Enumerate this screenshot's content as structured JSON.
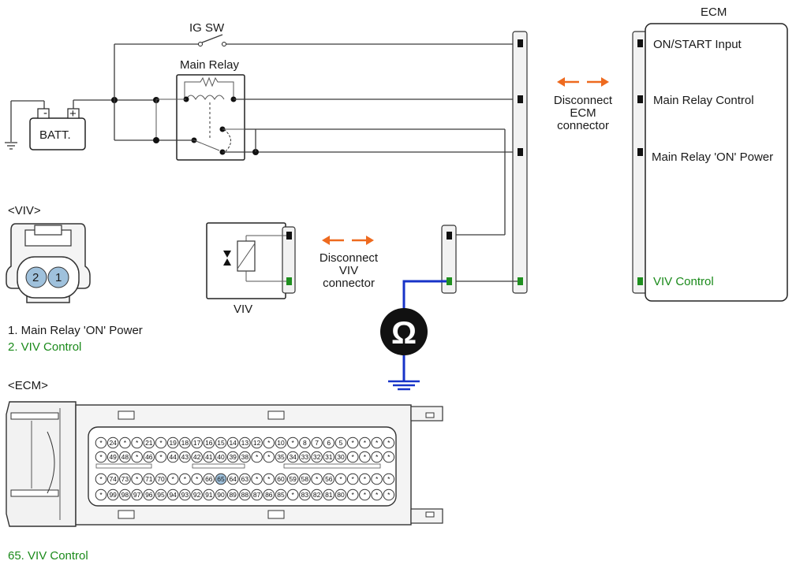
{
  "labels": {
    "ig_sw": "IG SW",
    "main_relay": "Main Relay",
    "batt": "BATT.",
    "batt_minus": "-",
    "batt_plus": "+",
    "ecm_title": "ECM",
    "ecm_on_start": "ON/START Input",
    "ecm_main_relay_control": "Main Relay Control",
    "ecm_main_relay_on_power": "Main Relay 'ON' Power",
    "ecm_viv_control": "VIV Control",
    "disconnect_ecm": [
      "Disconnect",
      "ECM",
      "connector"
    ],
    "disconnect_viv": [
      "Disconnect",
      "VIV",
      "connector"
    ],
    "viv": "VIV",
    "viv_header": "<VIV>",
    "viv_pin1": "1",
    "viv_pin2": "2",
    "viv_legend_1": "1. Main Relay 'ON' Power",
    "viv_legend_2": "2. VIV Control",
    "ecm_header": "<ECM>",
    "ecm_legend": "65. VIV Control",
    "ohm": "Ω"
  },
  "ecm_connector": {
    "highlight_pin": "65",
    "rows": [
      [
        "*",
        "24",
        "*",
        "*",
        "21",
        "*",
        "19",
        "18",
        "17",
        "16",
        "15",
        "14",
        "13",
        "12",
        "*",
        "10",
        "*",
        "8",
        "7",
        "6",
        "5",
        "*",
        "*",
        "*",
        "*"
      ],
      [
        "*",
        "49",
        "48",
        "*",
        "46",
        "*",
        "44",
        "43",
        "42",
        "41",
        "40",
        "39",
        "38",
        "*",
        "*",
        "35",
        "34",
        "33",
        "32",
        "31",
        "30",
        "*",
        "*",
        "*",
        "*"
      ],
      [
        "*",
        "74",
        "73",
        "*",
        "71",
        "70",
        "*",
        "*",
        "*",
        "66",
        "65",
        "64",
        "63",
        "*",
        "*",
        "60",
        "59",
        "58",
        "*",
        "56",
        "*",
        "*",
        "*",
        "*",
        "*"
      ],
      [
        "*",
        "99",
        "98",
        "97",
        "96",
        "95",
        "94",
        "93",
        "92",
        "91",
        "90",
        "89",
        "88",
        "87",
        "86",
        "85",
        "*",
        "83",
        "82",
        "81",
        "80",
        "*",
        "*",
        "*",
        "*"
      ]
    ]
  },
  "colors": {
    "viv_control_green": "#1a8a1a",
    "arrow_orange": "#ee6a1f",
    "meter_wire_blue": "#1733c8",
    "highlight_pin": "#9fc1dc"
  }
}
